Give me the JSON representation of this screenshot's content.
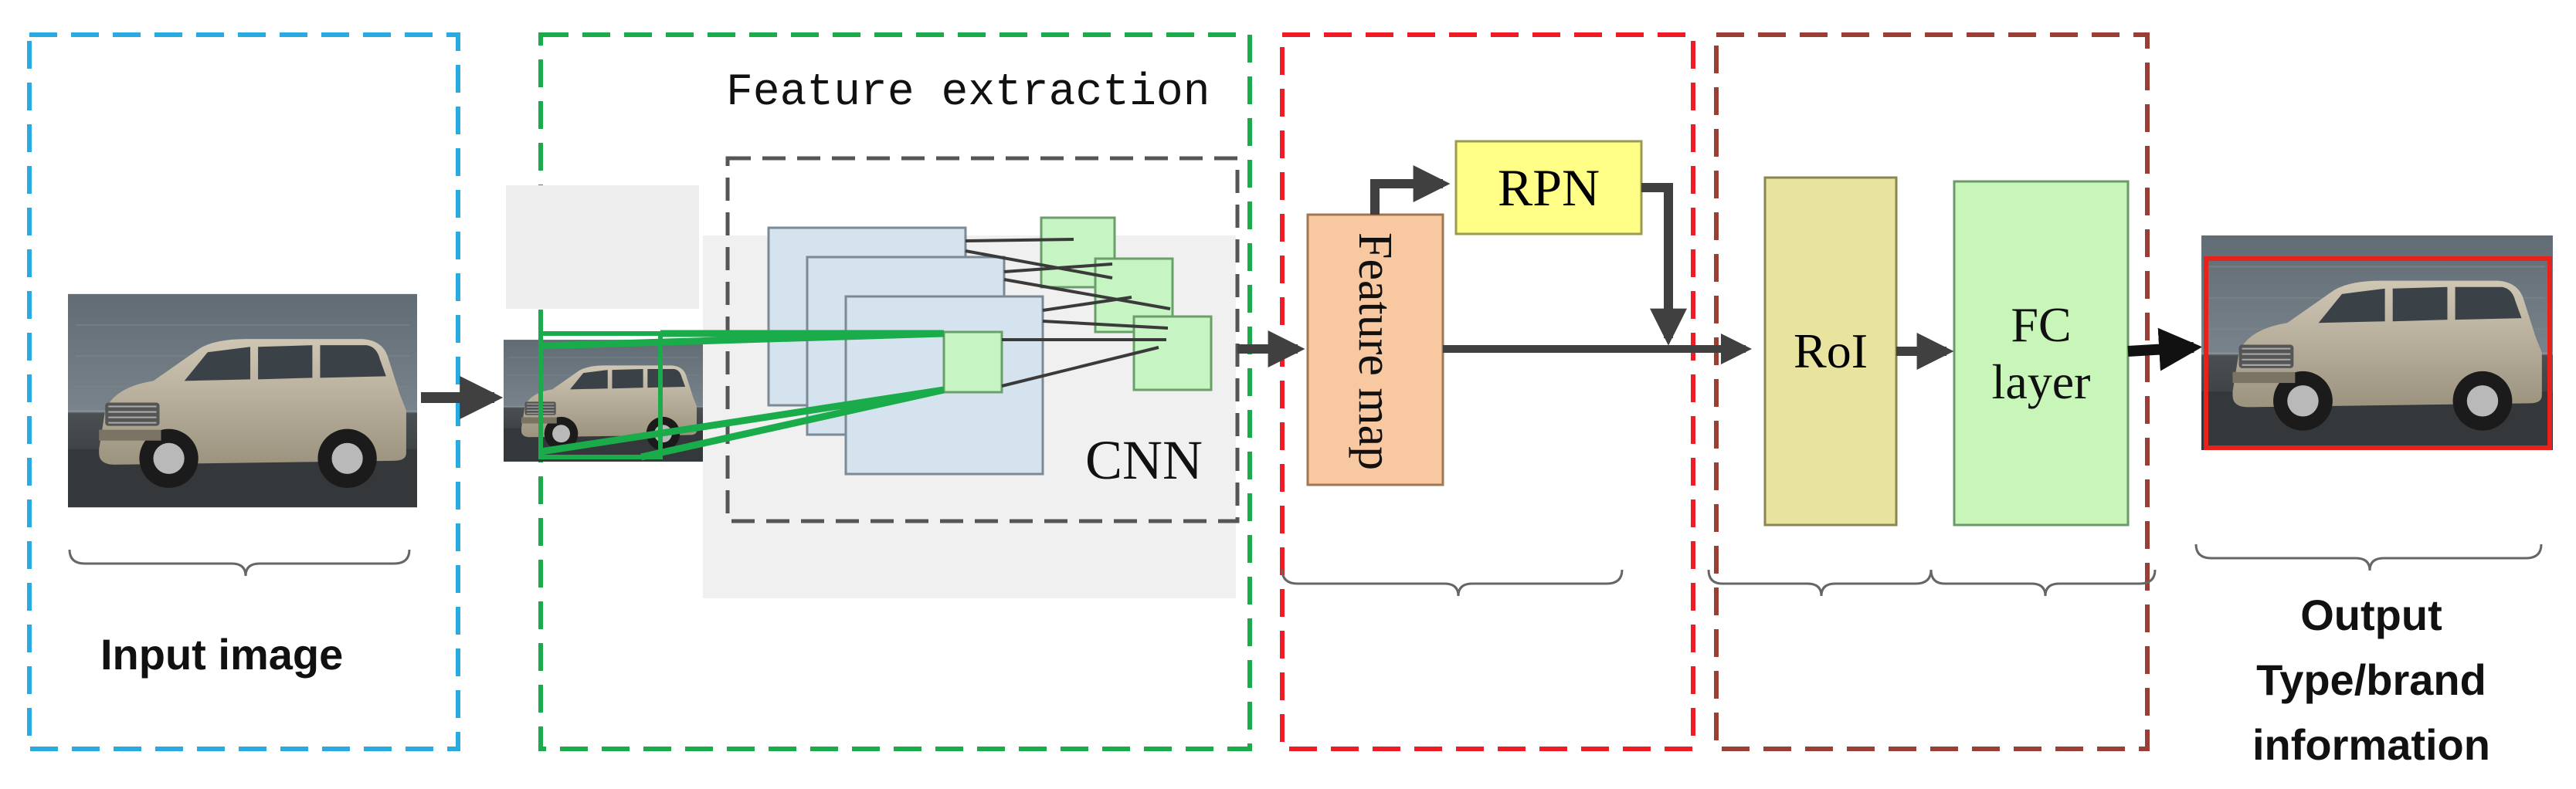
{
  "diagram": {
    "feature_extraction_label": "Feature extraction",
    "cnn_label": "CNN",
    "feature_map_label": "Feature map",
    "rpn_label": "RPN",
    "roi_label": "RoI",
    "fc_label_line1": "FC",
    "fc_label_line2": "layer",
    "input_label": "Input image",
    "output_line1": "Output",
    "output_line2": "Type/brand",
    "output_line3": "information"
  },
  "colors": {
    "input_border": "#29abe2",
    "feature_border": "#1aab4a",
    "detector_border": "#ee1c24",
    "classifier_border": "#9b3e35",
    "cnn_border": "#555555",
    "rpn_fill": "#ffff88",
    "feature_map_fill": "#f8c8a0",
    "roi_fill": "#e8e4a0",
    "fc_fill": "#c8f5b8",
    "arrow": "#404040",
    "highlight": "#1aab4a"
  },
  "icons": [
    "car-photo",
    "arrow-right",
    "curly-brace"
  ]
}
